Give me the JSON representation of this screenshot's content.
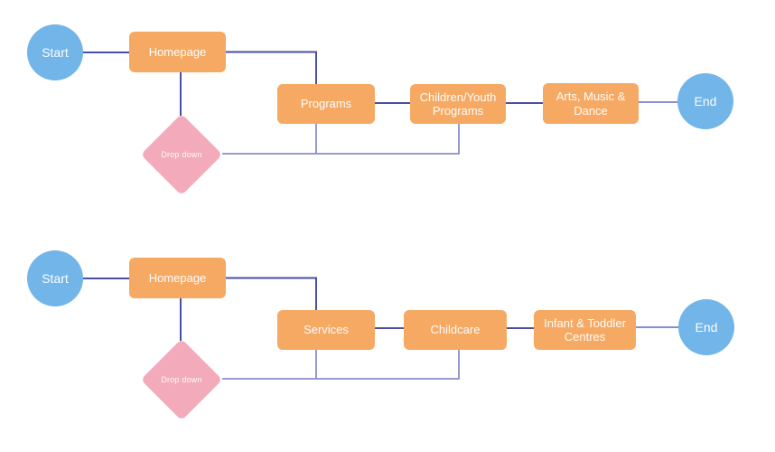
{
  "palette": {
    "node_orange": "#F6A963",
    "node_blue": "#72B5E8",
    "node_pink": "#F3AABB",
    "line_primary": "#4850A5",
    "line_secondary": "#8A8DCB",
    "label_color": "#FDFDFD",
    "background": "#FFFFFF"
  },
  "flows": [
    {
      "name": "programs-path",
      "start": "Start",
      "homepage": "Homepage",
      "dropdown": "Drop down",
      "step1": "Programs",
      "step2": "Children/Youth Programs",
      "step3": "Arts, Music & Dance",
      "end": "End"
    },
    {
      "name": "services-path",
      "start": "Start",
      "homepage": "Homepage",
      "dropdown": "Drop down",
      "step1": "Services",
      "step2": "Childcare",
      "step3": "Infant & Toddler Centres",
      "end": "End"
    }
  ]
}
